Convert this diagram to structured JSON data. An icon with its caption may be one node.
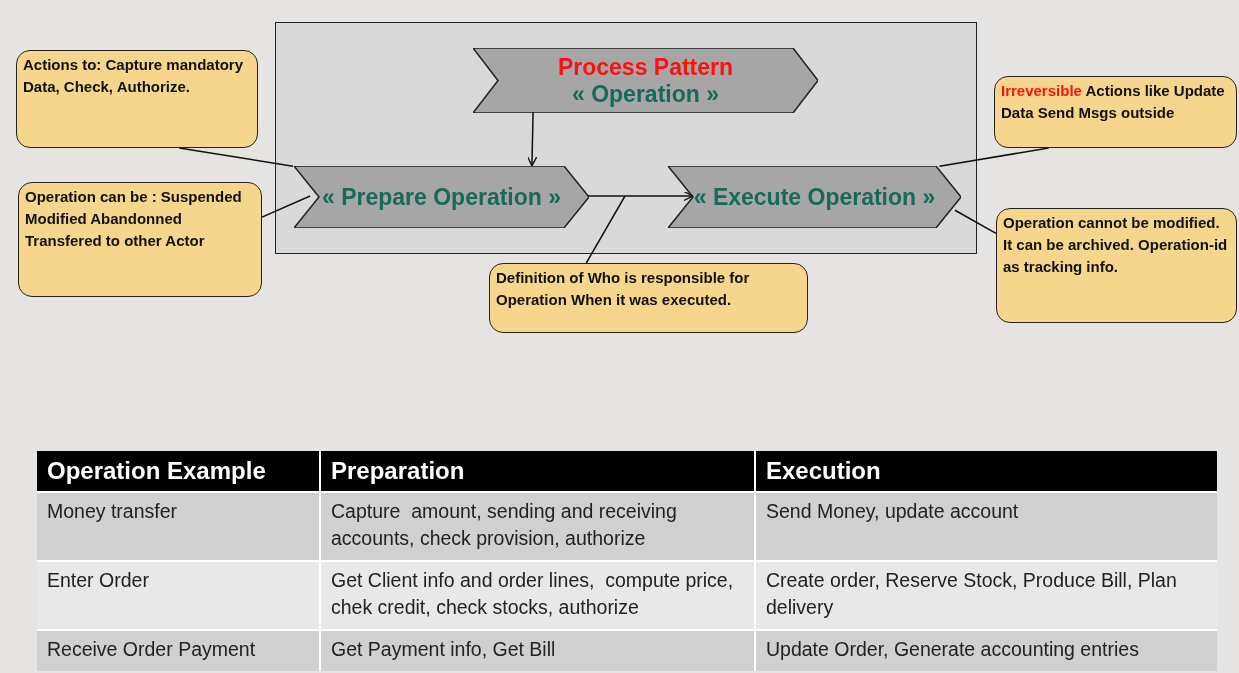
{
  "diagram": {
    "nodes": [
      {
        "text": [],
        "shape": "box"
      },
      {
        "text": [
          "Process Pattern",
          "« Operation »"
        ],
        "in": 0
      },
      {
        "text": [
          "« Prepare Operation »"
        ],
        "in": 0
      },
      {
        "text": [
          "« Execute Operation »"
        ],
        "in": 0
      },
      {
        "text": [
          "Actions to: Capture mandatory Data, Check, Authorize."
        ]
      },
      {
        "text": [
          "Operation can be : Suspended Modified Abandonned Transfered to other Actor"
        ]
      },
      {
        "text": [
          "Definition of Who is responsible for Operation When it was executed."
        ]
      },
      {
        "text": [
          "Irreversible Actions like Update Data Send Msgs outside"
        ]
      },
      {
        "text": [
          "Operation cannot be modified. It can be archived. Operation-id as tracking info."
        ]
      }
    ],
    "edges": [
      {
        "from": 1,
        "to": 2,
        "arrow": "to"
      },
      {
        "from": 2,
        "to": 3,
        "arrow": "to"
      },
      {
        "from": 4,
        "to": 2,
        "arrow": "none"
      },
      {
        "from": 5,
        "to": 2,
        "arrow": "none"
      },
      {
        "from": 6,
        "to": null,
        "arrow": "none"
      },
      {
        "from": 7,
        "to": 3,
        "arrow": "none"
      },
      {
        "from": 8,
        "to": 3,
        "arrow": "none"
      }
    ],
    "labels": [
      "Operation Example",
      "Preparation",
      "Execution",
      "Money transfer",
      "Capture  amount, sending and receiving accounts, check provision, authorize",
      "Send Money, update account",
      "Enter Order",
      "Get Client info and order lines,  compute price, chek credit, check stocks, authorize",
      "Create order, Reserve Stock, Produce Bill, Plan delivery",
      "Receive Order Payment",
      "Get Payment info, Get Bill",
      "Update Order, Generate accounting entries"
    ]
  }
}
